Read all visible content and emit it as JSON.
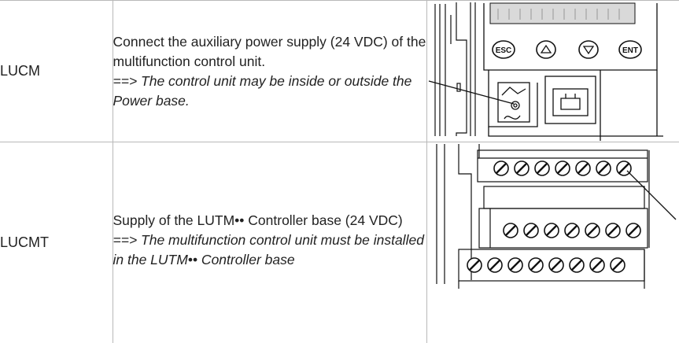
{
  "rows": [
    {
      "code": "LUCM",
      "line": "Connect the auxiliary power supply (24 VDC) of the multifunction control unit.",
      "note": "==> The control unit may be inside or outside the Power base.",
      "illustration": {
        "buttons": [
          "ESC",
          "up-arrow-icon",
          "down-arrow-icon",
          "ENT"
        ]
      }
    },
    {
      "code": "LUCMT",
      "line": "Supply of the LUTM•• Controller base (24 VDC)",
      "note": "==> The multifunction control unit must be installed in the LUTM•• Controller base"
    }
  ]
}
